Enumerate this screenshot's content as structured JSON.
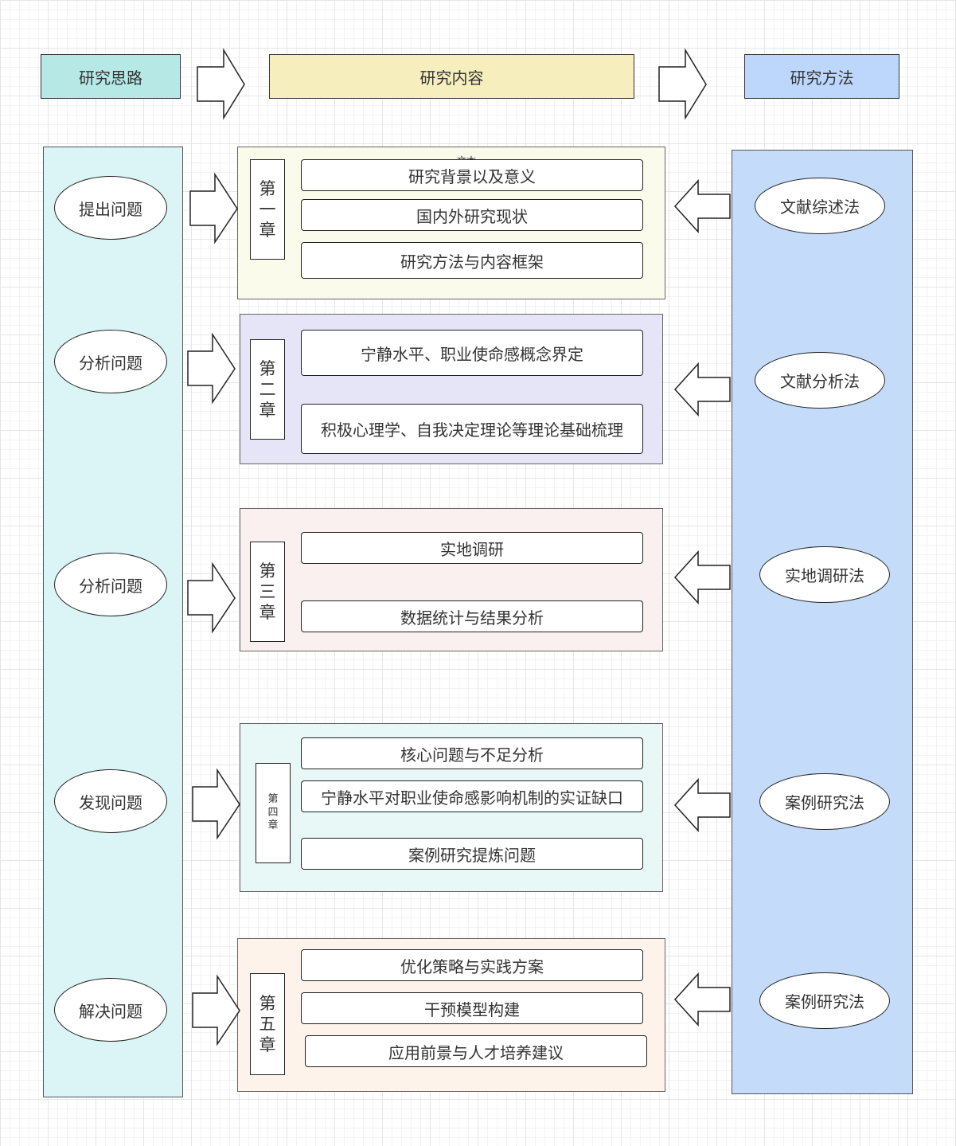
{
  "headers": {
    "thinking": "研究思路",
    "content": "研究内容",
    "methods": "研究方法"
  },
  "thinking_steps": [
    "提出问题",
    "分析问题",
    "分析问题",
    "发现问题",
    "解决问题"
  ],
  "chapters": [
    {
      "label": [
        "第",
        "一",
        "章"
      ],
      "items": [
        "研究背景以及意义",
        "国内外研究现状",
        "研究方法与内容框架"
      ]
    },
    {
      "label": [
        "第",
        "二",
        "章"
      ],
      "items": [
        "宁静水平、职业使命感概念界定",
        "积极心理学、自我决定理论等理论基础梳理"
      ]
    },
    {
      "label": [
        "第",
        "三",
        "章"
      ],
      "items": [
        "实地调研",
        "数据统计与结果分析"
      ]
    },
    {
      "label": [
        "第",
        "四",
        "章"
      ],
      "items": [
        "核心问题与不足分析",
        "宁静水平对职业使命感影响机制的实证缺口",
        "案例研究提炼问题"
      ]
    },
    {
      "label": [
        "第",
        "五",
        "章"
      ],
      "items": [
        "优化策略与实践方案",
        "干预模型构建",
        "应用前景与人才培养建议"
      ]
    }
  ],
  "methods": [
    "文献综述法",
    "文献分析法",
    "实地调研法",
    "案例研究法",
    "案例研究法"
  ],
  "stray_label": "文本",
  "colors": {
    "thinking_header": "#b6e9e6",
    "content_header": "#f7eebd",
    "methods_header": "#bcd7fb",
    "left_panel": "#dbf4f6",
    "right_panel": "#c4dcfa",
    "ch1": "#fbfbec",
    "ch2": "#e5e5f7",
    "ch3": "#fbf0f0",
    "ch4": "#e8f8f6",
    "ch5": "#fdf3ea"
  }
}
